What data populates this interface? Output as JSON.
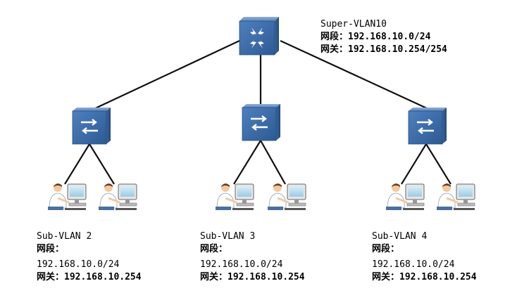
{
  "super_vlan": {
    "name": "Super-VLAN10",
    "segment_line": "网段：192.168.10.0/24",
    "gateway_line": "网关：192.168.10.254/254"
  },
  "sub_vlans": [
    {
      "name": "Sub-VLAN 2",
      "segment_label": "网段：",
      "segment_value": "192.168.10.0/24",
      "gateway_line": "网关：192.168.10.254"
    },
    {
      "name": "Sub-VLAN 3",
      "segment_label": "网段：",
      "segment_value": "192.168.10.0/24",
      "gateway_line": "网关：192.168.10.254"
    },
    {
      "name": "Sub-VLAN 4",
      "segment_label": "网段：",
      "segment_value": "192.168.10.0/24",
      "gateway_line": "网关：192.168.10.254"
    }
  ],
  "colors": {
    "device_blue": "#3f6fa8",
    "line": "#111111"
  },
  "icons": {
    "core": "core-switch-icon",
    "access": "access-switch-icon",
    "host": "pc-user-icon"
  }
}
